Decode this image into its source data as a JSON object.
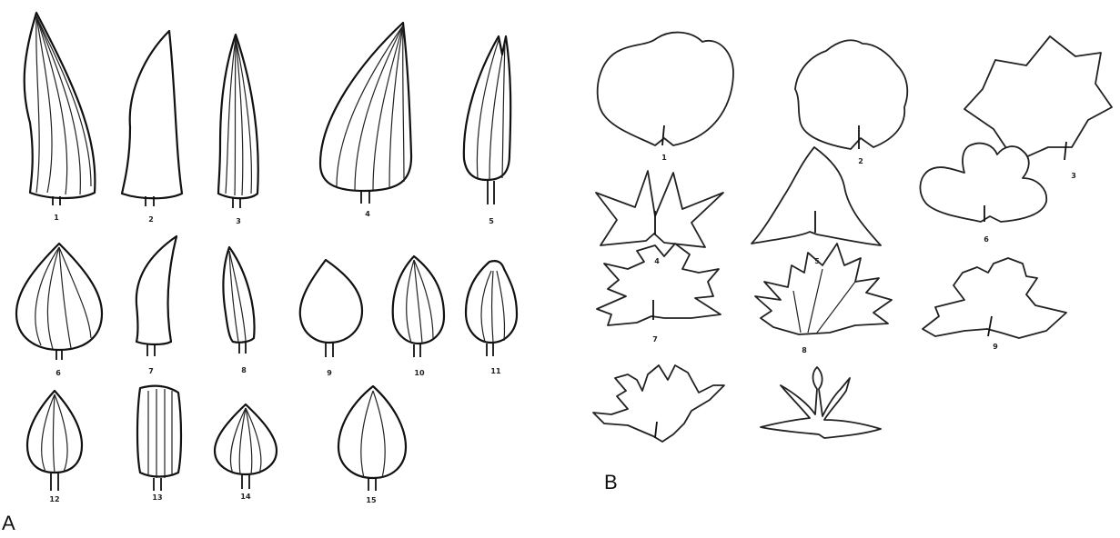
{
  "panels": [
    {
      "label": "A",
      "items": [
        {
          "num": "1",
          "shape": "curved-elongated-striped"
        },
        {
          "num": "2",
          "shape": "elongated-plain"
        },
        {
          "num": "3",
          "shape": "elongated-striped"
        },
        {
          "num": "4",
          "shape": "tapered-striped"
        },
        {
          "num": "5",
          "shape": "elongated-split-tip-striped"
        },
        {
          "num": "6",
          "shape": "round-pointed-striped"
        },
        {
          "num": "7",
          "shape": "horn-plain"
        },
        {
          "num": "8",
          "shape": "slender-striped"
        },
        {
          "num": "9",
          "shape": "teardrop-plain"
        },
        {
          "num": "10",
          "shape": "oval-pointed-striped"
        },
        {
          "num": "11",
          "shape": "oval-hooked-striped"
        },
        {
          "num": "12",
          "shape": "onion-striped"
        },
        {
          "num": "13",
          "shape": "cylindrical-striped"
        },
        {
          "num": "14",
          "shape": "flat-onion-striped"
        },
        {
          "num": "15",
          "shape": "oval-striped"
        }
      ]
    },
    {
      "label": "B",
      "items": [
        {
          "num": "1",
          "shape": "entire-rounded"
        },
        {
          "num": "2",
          "shape": "shallow-lobed"
        },
        {
          "num": "3",
          "shape": "angular-lobed"
        },
        {
          "num": "4",
          "shape": "five-pointed"
        },
        {
          "num": "5",
          "shape": "three-pointed"
        },
        {
          "num": "6",
          "shape": "deeply-lobed"
        },
        {
          "num": "7",
          "shape": "palmate-lobed"
        },
        {
          "num": "8",
          "shape": "laciniate"
        },
        {
          "num": "9",
          "shape": "lobed-asymmetric"
        },
        {
          "num": "",
          "shape": "dissected"
        },
        {
          "num": "",
          "shape": "deeply-dissected"
        }
      ]
    }
  ]
}
